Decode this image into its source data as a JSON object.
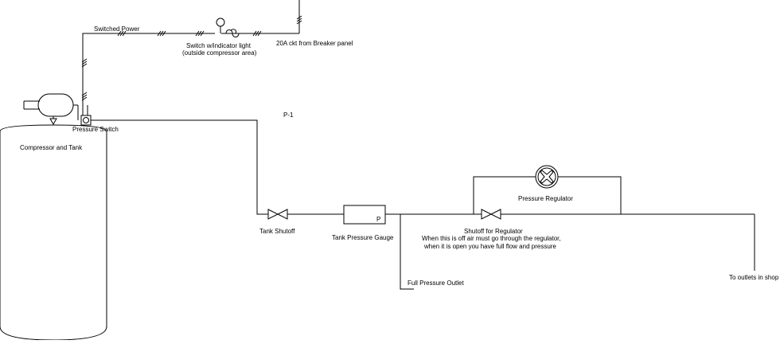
{
  "diagram": {
    "labels": {
      "switched_power": "Switched Power",
      "switch_indicator_line1": "Switch w/indicator light",
      "switch_indicator_line2": "(outside compressor area)",
      "breaker_circuit": "20A ckt from Breaker panel",
      "pressure_switch": "Pressure Switch",
      "compressor_tank": "Compressor and Tank",
      "pipe_id": "P-1",
      "tank_shutoff": "Tank Shutoff",
      "gauge_letter": "P",
      "tank_pressure_gauge": "Tank Pressure Gauge",
      "pressure_regulator": "Pressure Regulator",
      "shutoff_regulator_line1": "Shutoff for Regulator",
      "shutoff_regulator_line2": "When this is off air must go through the regulator,",
      "shutoff_regulator_line3": "when it is open you have full flow and pressure",
      "full_pressure_outlet": "Full Pressure Outlet",
      "to_outlets": "To outlets in shop"
    }
  }
}
